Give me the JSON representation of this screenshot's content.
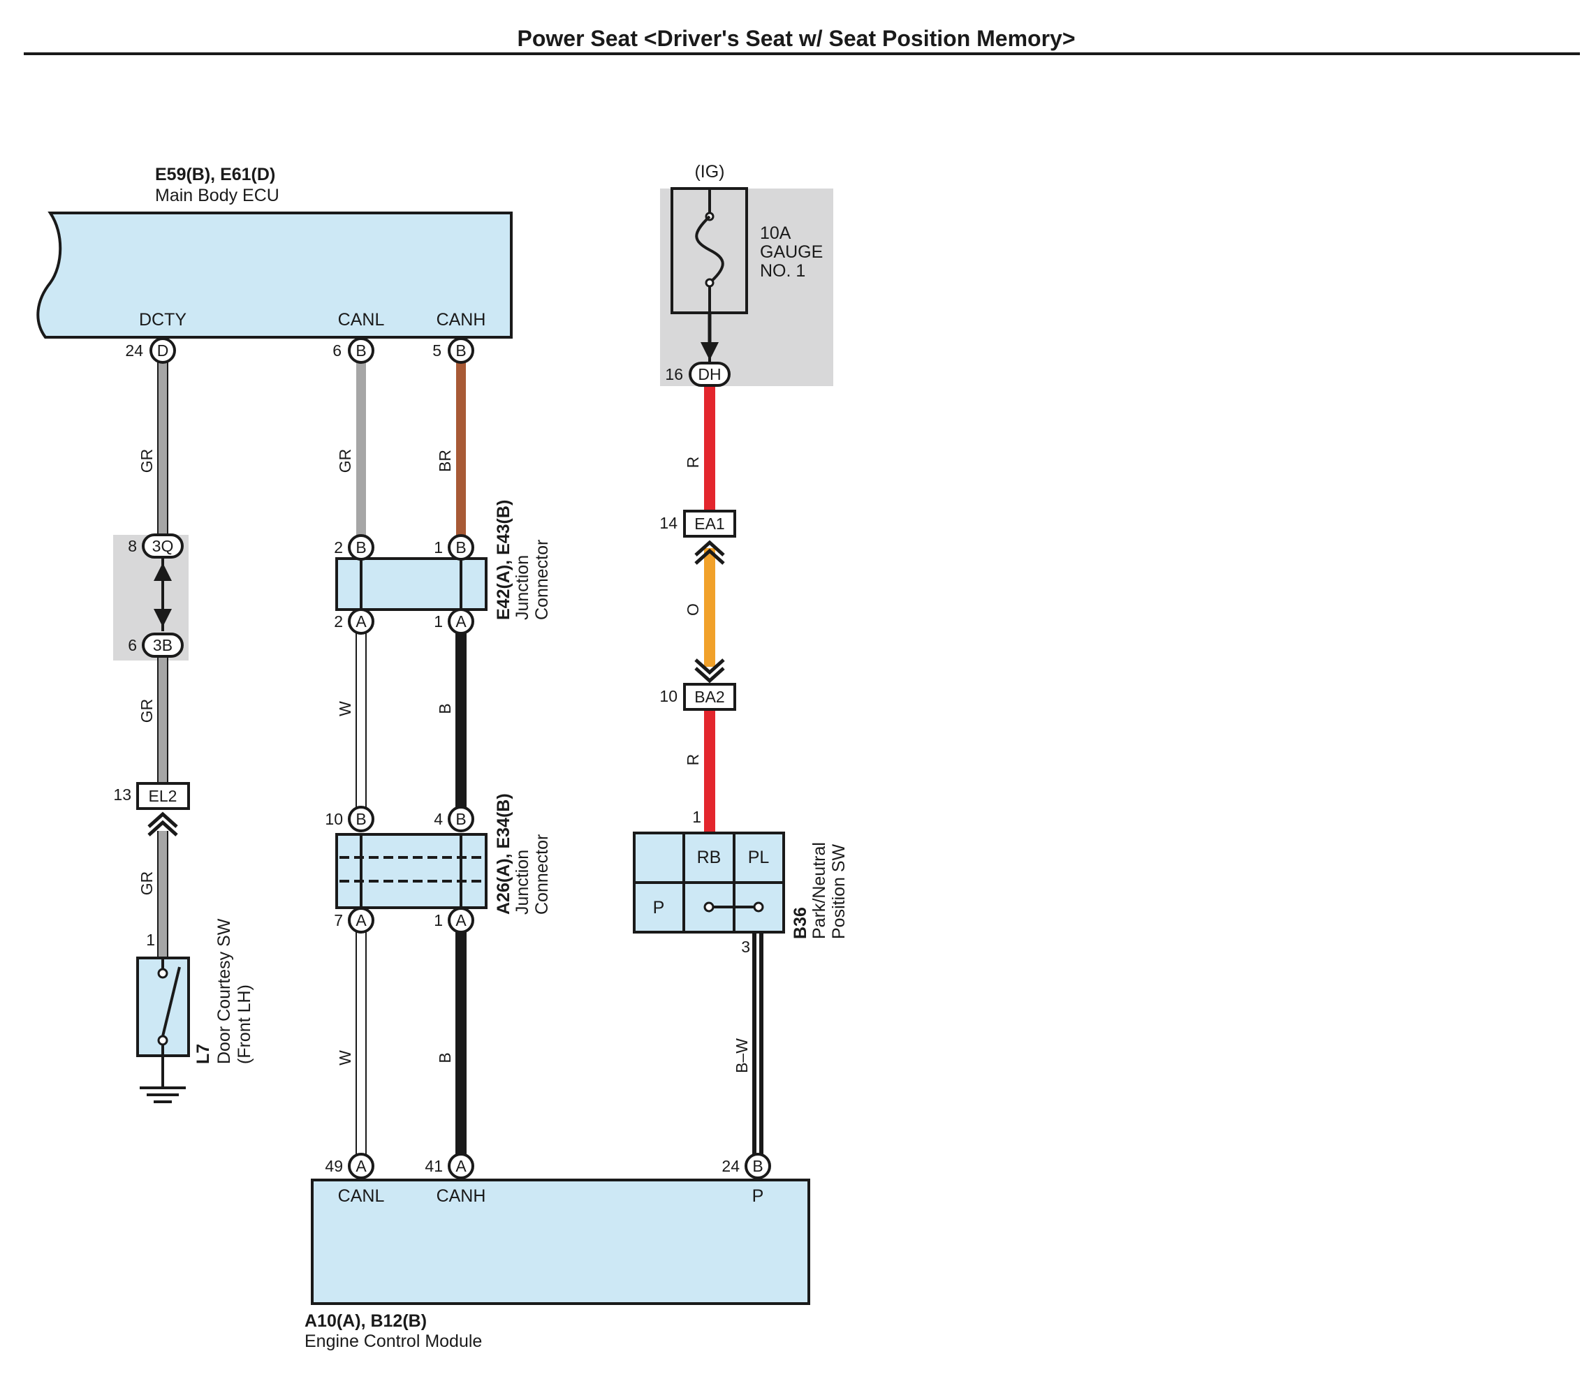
{
  "title": "Power Seat <Driver's Seat w/ Seat Position Memory>",
  "colors": {
    "component_fill": "#cde8f5",
    "shade_fill": "#d8d8d9",
    "wire_GR": "#a6a6a6",
    "wire_BR": "#a85a36",
    "wire_R": "#e3262d",
    "wire_O": "#f1a12a",
    "wire_B": "#1a1a1a",
    "wire_W": "#ffffff",
    "wire_BW": "#1a1a1a"
  },
  "main_body_ecu": {
    "code": "E59(B), E61(D)",
    "name": "Main Body ECU",
    "terminals": {
      "dcty": "DCTY",
      "canl": "CANL",
      "canh": "CANH"
    },
    "pins": {
      "dcty": {
        "num": "24",
        "conn": "D"
      },
      "canl": {
        "num": "6",
        "conn": "B"
      },
      "canh": {
        "num": "5",
        "conn": "B"
      }
    }
  },
  "fuse": {
    "supply": "(IG)",
    "line1": "10A",
    "line2": "GAUGE",
    "line3": "NO. 1",
    "pin": {
      "num": "16",
      "conn": "DH"
    }
  },
  "wires": {
    "dcty_top": "GR",
    "canl_top": "GR",
    "canh_top": "BR",
    "ig_top": "R",
    "ig_mid": "O",
    "ig_bottom": "R",
    "dcty_mid": "GR",
    "dcty_low": "GR",
    "canl_mid": "W",
    "canh_mid": "B",
    "canl_bottom": "W",
    "canh_bottom": "B",
    "p_bottom": "B–W"
  },
  "connectors": {
    "c3q": {
      "num": "8",
      "conn": "3Q"
    },
    "c3b": {
      "num": "6",
      "conn": "3B"
    },
    "el2": {
      "num": "13",
      "conn": "EL2"
    },
    "ea1": {
      "num": "14",
      "conn": "EA1"
    },
    "ba2": {
      "num": "10",
      "conn": "BA2"
    }
  },
  "junction1": {
    "code": "E42(A), E43(B)",
    "line1": "Junction",
    "line2": "Connector",
    "pins": {
      "top_left": {
        "num": "2",
        "conn": "B"
      },
      "top_right": {
        "num": "1",
        "conn": "B"
      },
      "bottom_left": {
        "num": "2",
        "conn": "A"
      },
      "bottom_right": {
        "num": "1",
        "conn": "A"
      }
    }
  },
  "junction2": {
    "code": "A26(A), E34(B)",
    "line1": "Junction",
    "line2": "Connector",
    "pins": {
      "top_left": {
        "num": "10",
        "conn": "B"
      },
      "top_right": {
        "num": "4",
        "conn": "B"
      },
      "bottom_left": {
        "num": "7",
        "conn": "A"
      },
      "bottom_right": {
        "num": "1",
        "conn": "A"
      }
    }
  },
  "door_sw": {
    "code": "L7",
    "line1": "Door Courtesy SW",
    "line2": "(Front LH)",
    "pin": "1"
  },
  "pnp_sw": {
    "code": "B36",
    "line1": "Park/Neutral",
    "line2": "Position SW",
    "pin_in": "1",
    "pin_out": "3",
    "cells": {
      "rb": "RB",
      "pl": "PL",
      "p": "P"
    }
  },
  "ecm": {
    "code": "A10(A), B12(B)",
    "name": "Engine Control Module",
    "terminals": {
      "canl": "CANL",
      "canh": "CANH",
      "p": "P"
    },
    "pins": {
      "canl": {
        "num": "49",
        "conn": "A"
      },
      "canh": {
        "num": "41",
        "conn": "A"
      },
      "p": {
        "num": "24",
        "conn": "B"
      }
    }
  }
}
